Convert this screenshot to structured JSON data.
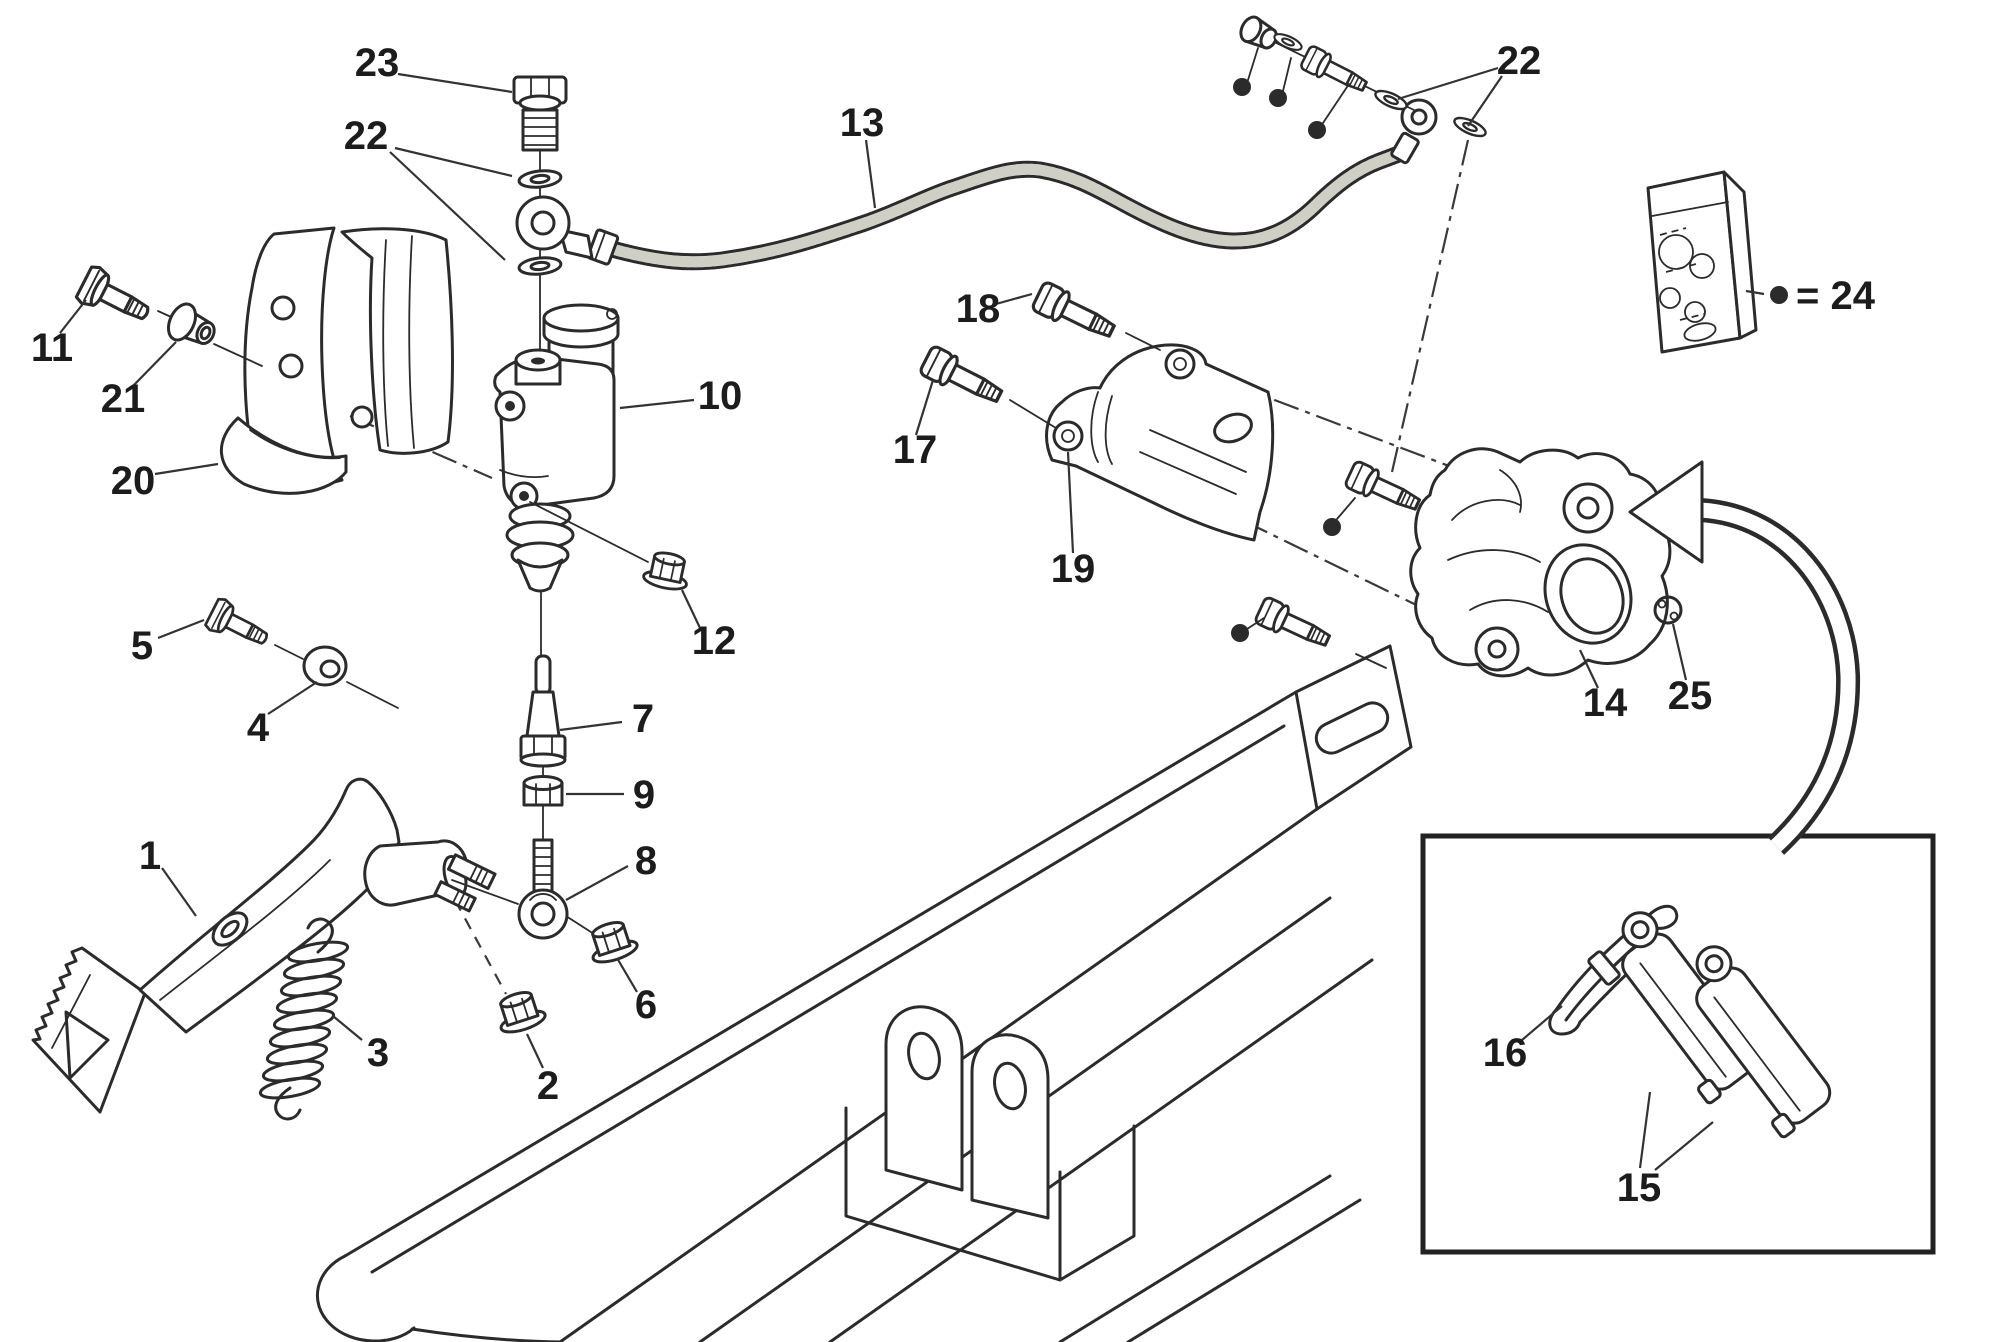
{
  "diagram": {
    "kind": "exploded-parts-diagram",
    "subject": "rear-brake-assembly",
    "background_color": "#ffffff",
    "line_color": "#2b2b2b",
    "hose_color": "#e4e4df"
  },
  "callouts": {
    "c1": "1",
    "c2": "2",
    "c3": "3",
    "c4": "4",
    "c5": "5",
    "c6": "6",
    "c7": "7",
    "c8": "8",
    "c9": "9",
    "c10": "10",
    "c11": "11",
    "c12": "12",
    "c13": "13",
    "c14": "14",
    "c15": "15",
    "c16": "16",
    "c17": "17",
    "c18": "18",
    "c19": "19",
    "c20": "20",
    "c21": "21",
    "c22": "22",
    "c23": "23",
    "c24": "= 24",
    "c25": "25"
  }
}
